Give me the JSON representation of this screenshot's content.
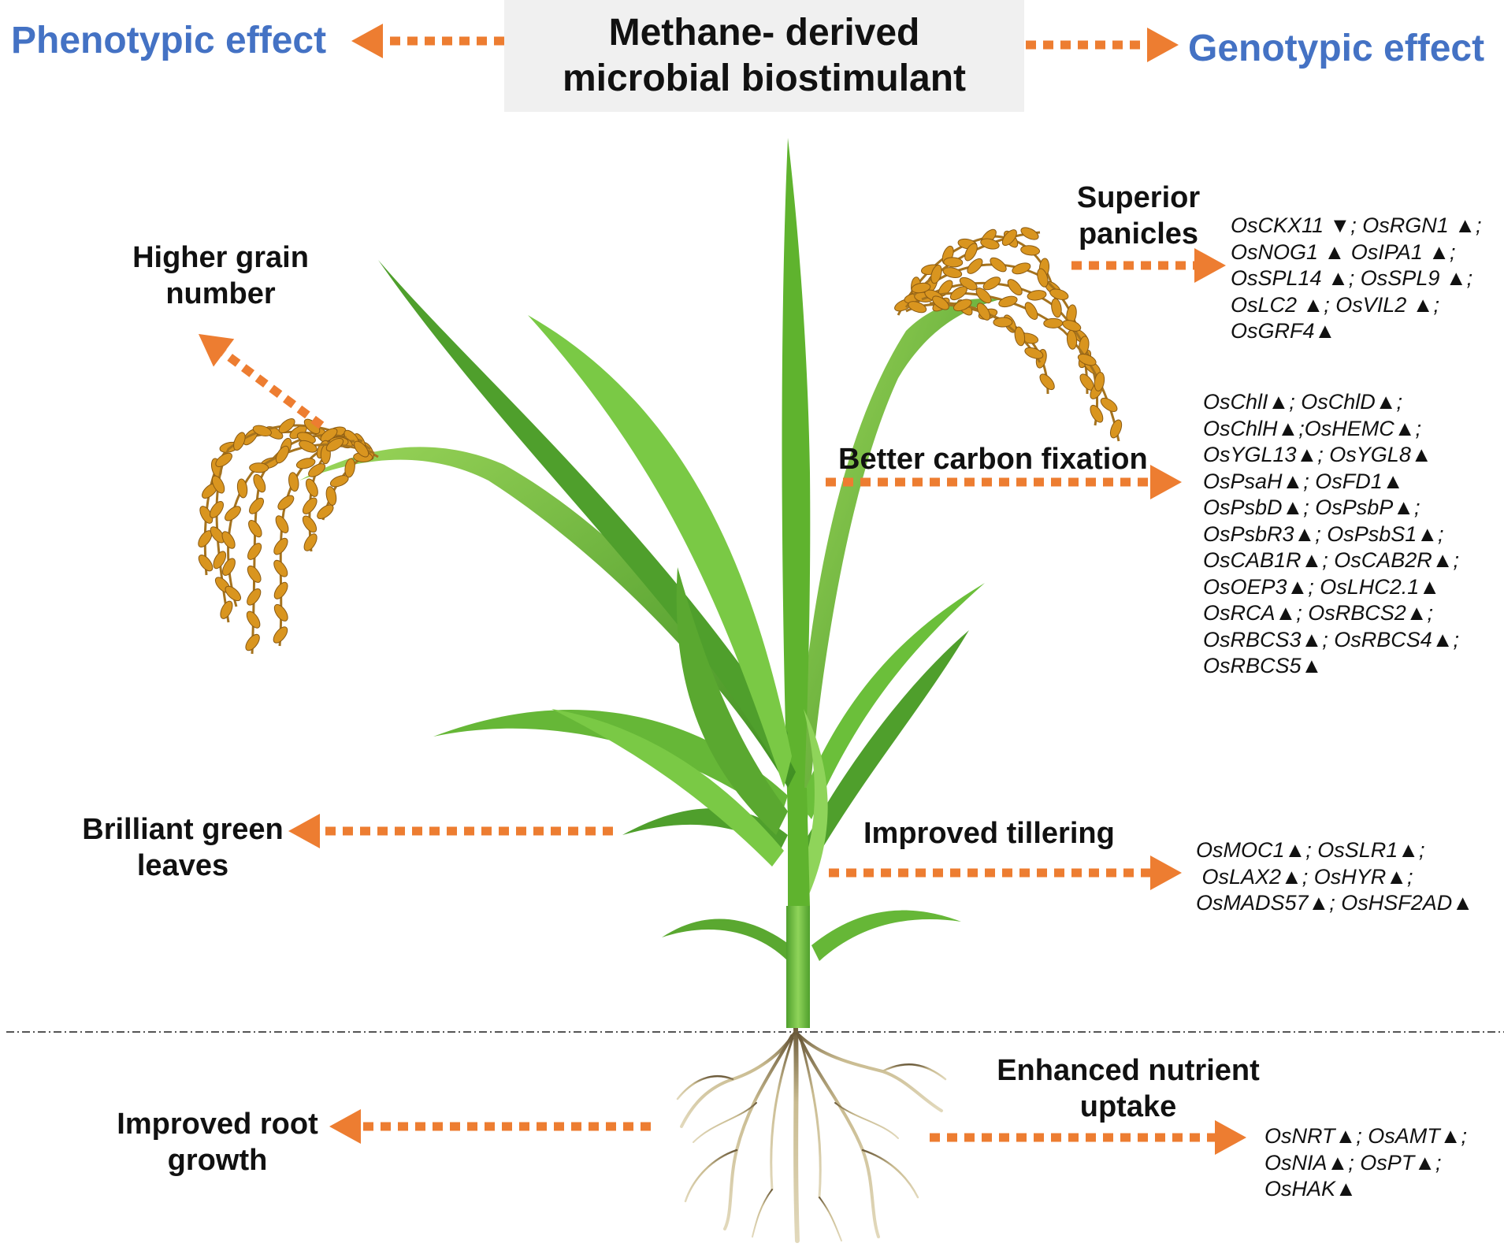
{
  "title": {
    "line1": "Methane- derived",
    "line2": "microbial biostimulant"
  },
  "headers": {
    "left": "Phenotypic effect",
    "right": "Genotypic effect"
  },
  "phenotypic_labels": {
    "grain": [
      "Higher grain",
      "number"
    ],
    "leaves": [
      "Brilliant green",
      "leaves"
    ],
    "root": [
      "Improved root",
      "growth"
    ]
  },
  "genotypic_labels": {
    "panicles": [
      "Superior",
      "panicles"
    ],
    "carbon": [
      "Better carbon fixation"
    ],
    "tillering": [
      "Improved tillering"
    ],
    "nutrient": [
      "Enhanced nutrient",
      "uptake"
    ]
  },
  "gene_lists": {
    "panicles": [
      "OsCKX11 ▼; OsRGN1 ▲;",
      "OsNOG1 ▲ OsIPA1 ▲;",
      "OsSPL14 ▲; OsSPL9 ▲;",
      "OsLC2 ▲; OsVIL2 ▲;",
      "OsGRF4▲"
    ],
    "carbon": [
      "OsChlI▲; OsChlD▲;",
      "OsChlH▲;OsHEMC▲;",
      "OsYGL13▲; OsYGL8▲",
      "OsPsaH▲; OsFD1▲",
      "OsPsbD▲; OsPsbP▲;",
      "OsPsbR3▲; OsPsbS1▲;",
      "OsCAB1R▲; OsCAB2R▲;",
      "OsOEP3▲; OsLHC2.1▲",
      "OsRCA▲; OsRBCS2▲;",
      "OsRBCS3▲; OsRBCS4▲;",
      "OsRBCS5▲"
    ],
    "tillering": [
      "OsMOC1▲; OsSLR1▲;",
      " OsLAX2▲; OsHYR▲;",
      "OsMADS57▲; OsHSF2AD▲"
    ],
    "nutrient": [
      "OsNRT▲; OsAMT▲;",
      "OsNIA▲; OsPT▲;",
      "OsHAK▲"
    ]
  },
  "colors": {
    "arrow": "#ed7d31",
    "header_blue": "#4472c4",
    "leaf_green": "#6bbf3a",
    "leaf_dark": "#3f8f22",
    "grain": "#d9951f",
    "root": "#bfb28a",
    "title_bg": "#f0f0f0"
  },
  "icons": [
    "rice-plant",
    "rice-panicle",
    "root-system",
    "soil-line",
    "dotted-arrow"
  ]
}
